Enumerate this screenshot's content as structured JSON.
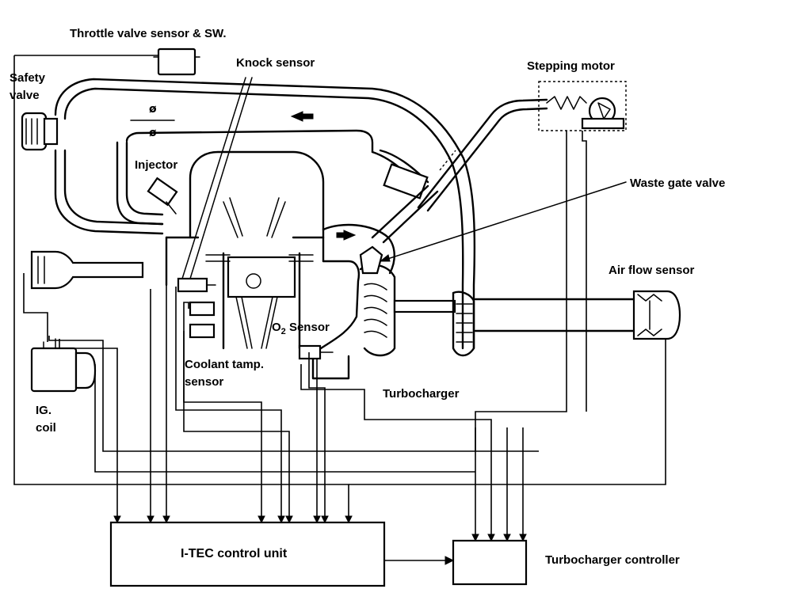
{
  "labels": {
    "throttle": "Throttle valve sensor & SW.",
    "knock": "Knock sensor",
    "stepping": "Stepping motor",
    "safety": "Safety\nvalve",
    "injector": "Injector",
    "wastegate": "Waste gate valve",
    "airflow": "Air flow sensor",
    "o2_prefix": "O",
    "o2_sub": "2",
    "o2_suffix": " Sensor",
    "coolant": "Coolant tamp.\nsensor",
    "turbo": "Turbocharger",
    "igcoil": "IG.\ncoil",
    "itec": "I-TEC control unit",
    "turbo_ctrl": "Turbocharger controller"
  },
  "colors": {
    "ink": "#000000",
    "paper": "#ffffff"
  }
}
